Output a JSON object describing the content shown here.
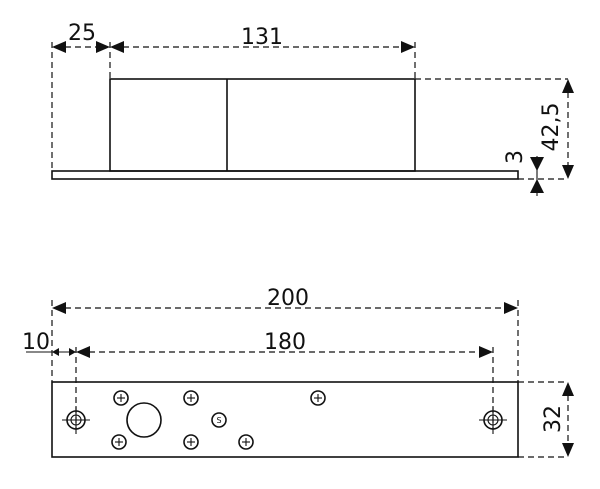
{
  "top_view": {
    "dim_offset": "25",
    "dim_body_length": "131",
    "dim_height": "42,5",
    "dim_plate_thickness": "3"
  },
  "bottom_view": {
    "dim_plate_length": "200",
    "dim_hole_spacing": "180",
    "dim_edge_offset": "10",
    "dim_plate_width": "32",
    "screw_label": "S"
  }
}
